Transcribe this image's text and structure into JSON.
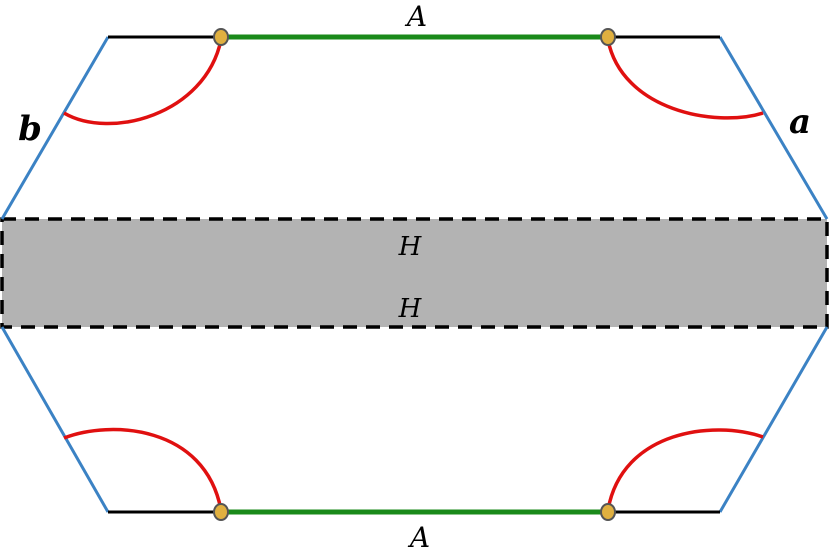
{
  "labels": {
    "top_edge": "A",
    "bottom_edge": "A",
    "left_edge": "b",
    "right_edge": "a",
    "band_upper": "H",
    "band_lower": "H"
  },
  "colors": {
    "green_edge": "#1a8a1a",
    "blue_edge": "#3b82c4",
    "red_arc": "#e01010",
    "black_edge": "#000000",
    "band_fill": "#b3b3b3",
    "endpoint_fill": "#e0b040",
    "endpoint_stroke": "#555555"
  }
}
